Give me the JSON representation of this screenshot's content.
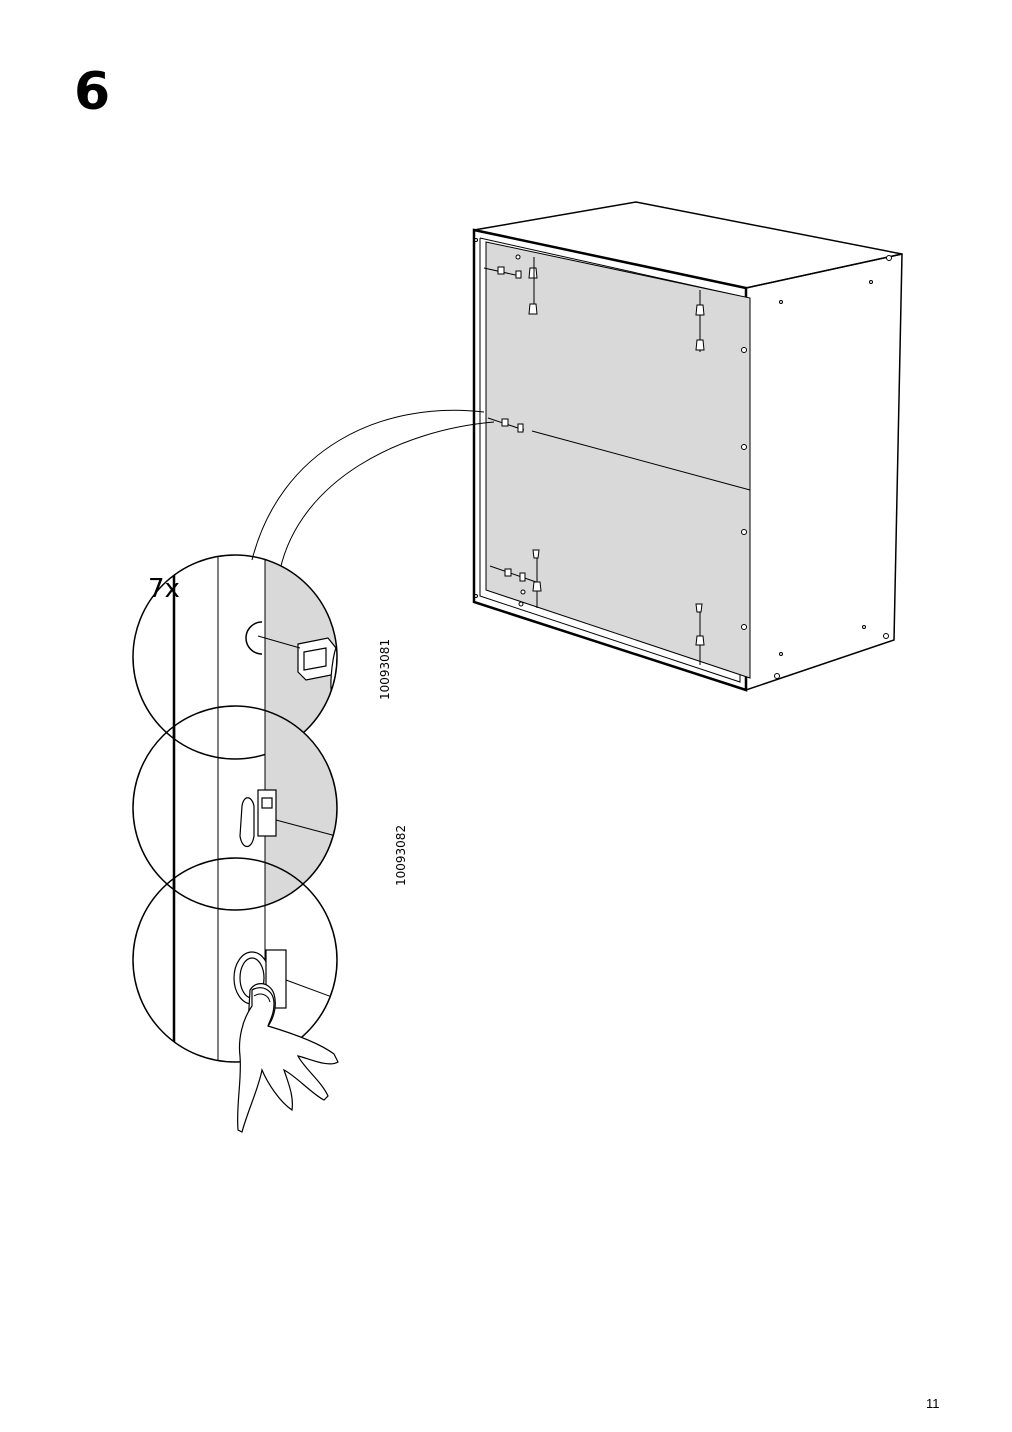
{
  "page": {
    "step_number": "6",
    "page_number": "11"
  },
  "illustration": {
    "quantity_label": "7x",
    "part_numbers": [
      "10093081",
      "10093082"
    ]
  },
  "colors": {
    "panel_gray": "#d9d9d9",
    "line": "#000000",
    "background": "#ffffff"
  }
}
